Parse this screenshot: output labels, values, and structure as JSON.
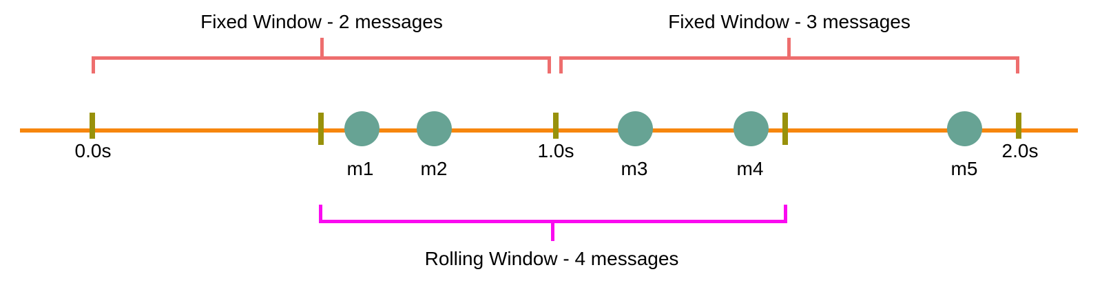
{
  "colors": {
    "timeline": "#f6860e",
    "tick": "#98910b",
    "message_fill": "#67a394",
    "fixed_window": "#ee6e6e",
    "rolling_window": "#fa0bf0",
    "label_text": "#000000"
  },
  "timeline": {
    "time_labels": [
      "0.0s",
      "1.0s",
      "2.0s"
    ],
    "messages": [
      "m1",
      "m2",
      "m3",
      "m4",
      "m5"
    ]
  },
  "windows": {
    "fixed": [
      {
        "label": "Fixed Window - 2 messages"
      },
      {
        "label": "Fixed Window - 3 messages"
      }
    ],
    "rolling": {
      "label": "Rolling Window - 4 messages"
    }
  }
}
